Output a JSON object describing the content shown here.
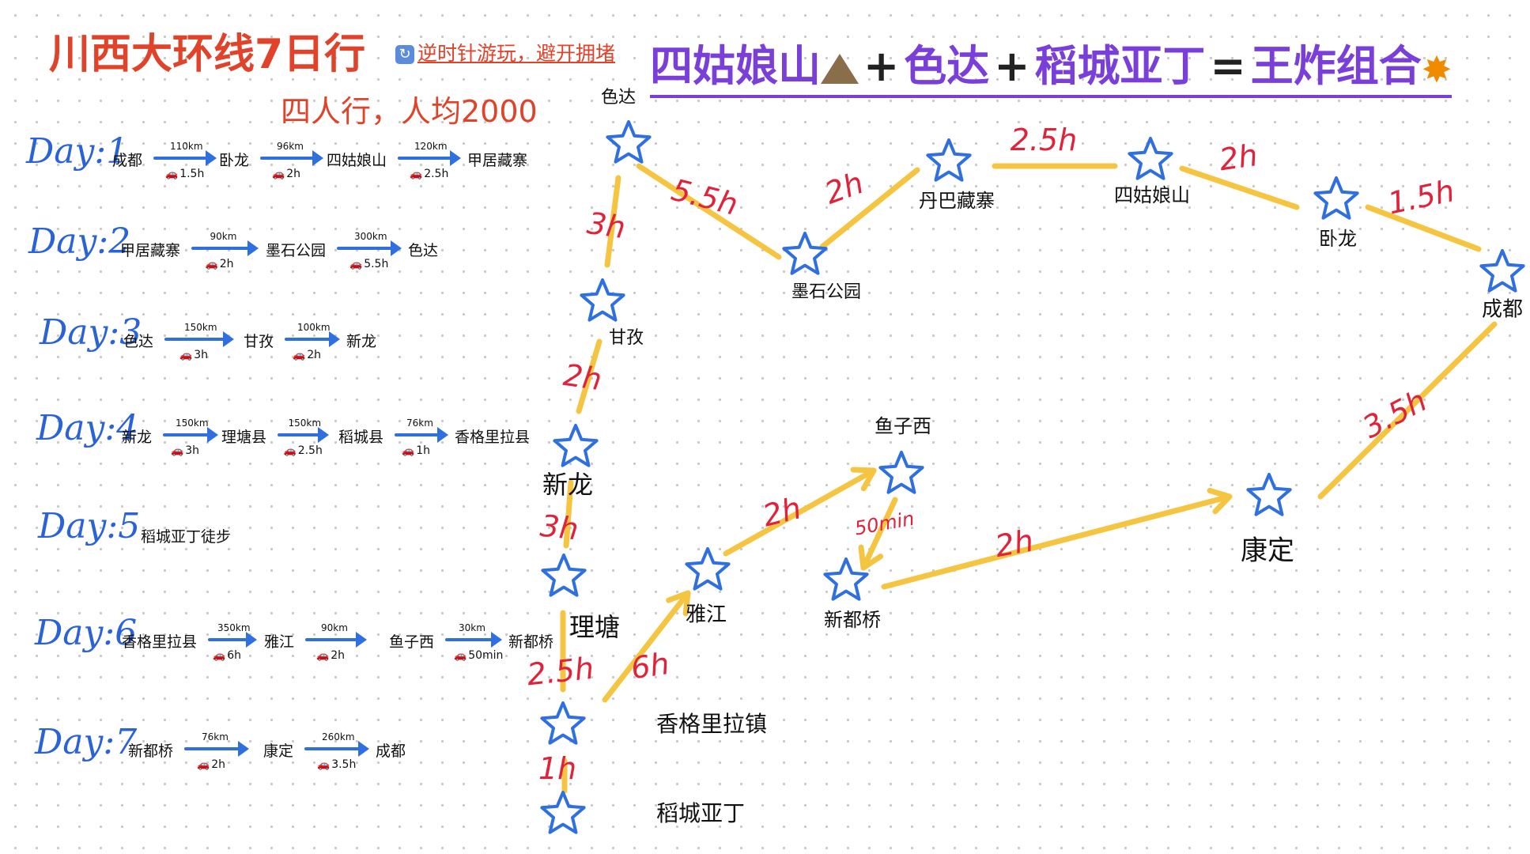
{
  "header": {
    "title": "川西大环线7日行",
    "subtitle": "逆时针游玩，避开拥堵",
    "people": "四人行，人均2000",
    "headline_parts": [
      "四姑娘山",
      "色达",
      "稻城亚丁",
      "王炸组合"
    ]
  },
  "icons": [
    "refresh-icon",
    "mountain-icon",
    "car-icon",
    "collision-icon",
    "star-icon",
    "arrow-icon"
  ],
  "colors": {
    "title": "#e0432a",
    "headline": "#7b3fd9",
    "day": "#2a63d8",
    "arrow": "#2f6fe0",
    "route": "#f5c542",
    "star": "#2f6fe0",
    "duration": "#e0223a"
  },
  "itinerary": [
    {
      "day": "Day:1",
      "legs": [
        {
          "from": "成都",
          "km": "110km",
          "dur": "1.5h"
        },
        {
          "from": "卧龙",
          "km": "96km",
          "dur": "2h"
        },
        {
          "from": "四姑娘山",
          "km": "120km",
          "dur": "2.5h"
        }
      ],
      "end": "甲居藏寨"
    },
    {
      "day": "Day:2",
      "legs": [
        {
          "from": "甲居藏寨",
          "km": "90km",
          "dur": "2h"
        },
        {
          "from": "墨石公园",
          "km": "300km",
          "dur": "5.5h"
        }
      ],
      "end": "色达"
    },
    {
      "day": "Day:3",
      "legs": [
        {
          "from": "色达",
          "km": "150km",
          "dur": "3h"
        },
        {
          "from": "甘孜",
          "km": "100km",
          "dur": "2h"
        }
      ],
      "end": "新龙"
    },
    {
      "day": "Day:4",
      "legs": [
        {
          "from": "新龙",
          "km": "150km",
          "dur": "3h"
        },
        {
          "from": "理塘县",
          "km": "150km",
          "dur": "2.5h"
        },
        {
          "from": "稻城县",
          "km": "76km",
          "dur": "1h"
        }
      ],
      "end": "香格里拉县"
    },
    {
      "day": "Day:5",
      "note": "稻城亚丁徒步"
    },
    {
      "day": "Day:6",
      "legs": [
        {
          "from": "香格里拉县",
          "km": "350km",
          "dur": "6h"
        },
        {
          "from": "雅江",
          "km": "90km",
          "dur": "2h"
        },
        {
          "from": "鱼子西",
          "km": "30km",
          "dur": "50min"
        }
      ],
      "end": "新都桥"
    },
    {
      "day": "Day:7",
      "legs": [
        {
          "from": "新都桥",
          "km": "76km",
          "dur": "2h"
        },
        {
          "from": "康定",
          "km": "260km",
          "dur": "3.5h"
        }
      ],
      "end": "成都"
    }
  ],
  "map": {
    "stops": [
      "色达",
      "甘孜",
      "新龙",
      "理塘",
      "香格里拉镇",
      "稻城亚丁",
      "雅江",
      "鱼子西",
      "新都桥",
      "康定",
      "成都",
      "卧龙",
      "四姑娘山",
      "丹巴藏寨",
      "墨石公园"
    ],
    "segments": [
      {
        "from": "成都",
        "to": "卧龙",
        "dur": "1.5h"
      },
      {
        "from": "卧龙",
        "to": "四姑娘山",
        "dur": "2h"
      },
      {
        "from": "四姑娘山",
        "to": "丹巴藏寨",
        "dur": "2.5h"
      },
      {
        "from": "丹巴藏寨",
        "to": "墨石公园",
        "dur": "2h"
      },
      {
        "from": "墨石公园",
        "to": "色达",
        "dur": "5.5h"
      },
      {
        "from": "色达",
        "to": "甘孜",
        "dur": "3h"
      },
      {
        "from": "甘孜",
        "to": "新龙",
        "dur": "2h"
      },
      {
        "from": "新龙",
        "to": "理塘",
        "dur": "3h"
      },
      {
        "from": "理塘",
        "to": "香格里拉镇",
        "dur": "2.5h"
      },
      {
        "from": "香格里拉镇",
        "to": "稻城亚丁",
        "dur": "1h"
      },
      {
        "from": "香格里拉镇",
        "to": "雅江",
        "dur": "6h"
      },
      {
        "from": "雅江",
        "to": "鱼子西",
        "dur": "2h"
      },
      {
        "from": "鱼子西",
        "to": "新都桥",
        "dur": "50min"
      },
      {
        "from": "新都桥",
        "to": "康定",
        "dur": "2h"
      },
      {
        "from": "康定",
        "to": "成都",
        "dur": "3.5h"
      }
    ]
  }
}
